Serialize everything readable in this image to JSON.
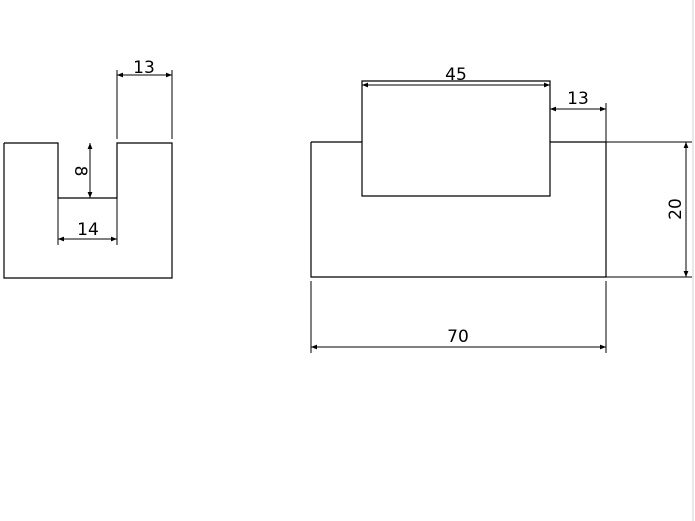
{
  "drawing": {
    "left_view": {
      "dims": {
        "slot_offset": "13",
        "slot_depth": "8",
        "slot_width": "14"
      }
    },
    "right_view": {
      "dims": {
        "top_width": "45",
        "right_offset": "13",
        "height": "20",
        "total_width": "70"
      }
    }
  }
}
